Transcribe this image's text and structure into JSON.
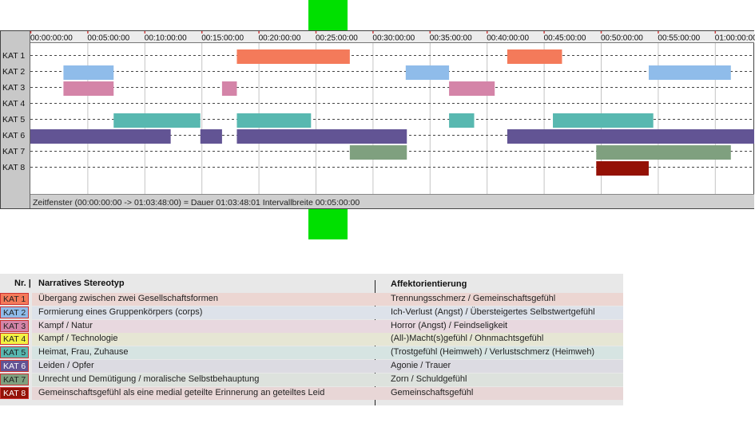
{
  "colors": {
    "green_marker": "#00e000"
  },
  "chart_data": {
    "type": "gantt",
    "x_axis_unit": "time (hh:mm:ss)",
    "x_range": [
      "00:00:00",
      "01:03:48"
    ],
    "tick_labels": [
      "00:00:00:00",
      "00:05:00:00",
      "00:10:00:00",
      "00:15:00:00",
      "00:20:00:00",
      "00:25:00:00",
      "00:30:00:00",
      "00:35:00:00",
      "00:40:00:00",
      "00:45:00:00",
      "00:50:00:00",
      "00:55:00:00",
      "01:00:00:00"
    ],
    "tick_minutes": [
      0,
      5,
      10,
      15,
      20,
      25,
      30,
      35,
      40,
      45,
      50,
      55,
      60
    ],
    "grid": true,
    "categories": [
      "KAT 1",
      "KAT 2",
      "KAT 3",
      "KAT 4",
      "KAT 5",
      "KAT 6",
      "KAT 7",
      "KAT 8"
    ],
    "category_colors": [
      "#f47a5a",
      "#8fbcea",
      "#d484a8",
      "#f2f242",
      "#58b8b0",
      "#625494",
      "#7fa07f",
      "#941106"
    ],
    "segments": [
      [
        [
          18.1,
          28.0
        ],
        [
          41.8,
          46.6
        ]
      ],
      [
        [
          2.9,
          7.3
        ],
        [
          32.9,
          36.7
        ],
        [
          54.2,
          61.4
        ]
      ],
      [
        [
          2.9,
          7.3
        ],
        [
          16.8,
          18.1
        ],
        [
          36.7,
          40.7
        ]
      ],
      [],
      [
        [
          7.3,
          14.9
        ],
        [
          18.1,
          24.6
        ],
        [
          36.7,
          38.9
        ],
        [
          45.8,
          54.6
        ]
      ],
      [
        [
          0.0,
          12.3
        ],
        [
          14.9,
          16.8
        ],
        [
          18.1,
          33.0
        ],
        [
          41.8,
          63.8
        ]
      ],
      [
        [
          28.0,
          33.0
        ],
        [
          49.6,
          61.4
        ]
      ],
      [
        [
          49.6,
          54.2
        ]
      ]
    ],
    "footer_text": "Zeitfenster (00:00:00:00 -> 01:03:48:00) = Dauer 01:03:48:01     Intervallbreite 00:05:00:00"
  },
  "legend": {
    "header_nr": "Nr. |",
    "header_stereotyp": "Narratives Stereotyp",
    "header_affekt": "Affektorientierung",
    "rows": [
      {
        "label": "KAT 1",
        "stereotyp": "Übergang zwischen zwei Gesellschaftsformen",
        "affekt": "Trennungsschmerz / Gemeinschaftsgefühl",
        "color": "#f47a5a",
        "text_color": "#222222",
        "row_bg": "#ecd6d2"
      },
      {
        "label": "KAT 2",
        "stereotyp": "Formierung eines Gruppenkörpers (corps)",
        "affekt": "Ich-Verlust (Angst) / Übersteigertes Selbstwertgefühl",
        "color": "#8fbcea",
        "text_color": "#222222",
        "row_bg": "#dde2ea"
      },
      {
        "label": "KAT 3",
        "stereotyp": "Kampf / Natur",
        "affekt": "Horror (Angst) / Feindseligkeit",
        "color": "#d484a8",
        "text_color": "#222222",
        "row_bg": "#e8d8df"
      },
      {
        "label": "KAT 4",
        "stereotyp": "Kampf / Technologie",
        "affekt": "(All-)Macht(s)gefühl / Ohnmachtsgefühl",
        "color": "#f2f242",
        "text_color": "#222222",
        "row_bg": "#e6e6d4"
      },
      {
        "label": "KAT 5",
        "stereotyp": "Heimat, Frau, Zuhause",
        "affekt": "(Trostgefühl (Heimweh) / Verlustschmerz (Heimweh)",
        "color": "#58b8b0",
        "text_color": "#222222",
        "row_bg": "#d6e4e2"
      },
      {
        "label": "KAT 6",
        "stereotyp": "Leiden / Opfer",
        "affekt": "Agonie / Trauer",
        "color": "#625494",
        "text_color": "#ffffff",
        "row_bg": "#dcdbe2"
      },
      {
        "label": "KAT 7",
        "stereotyp": "Unrecht und Demütigung / moralische Selbstbehauptung",
        "affekt": "Zorn / Schuldgefühl",
        "color": "#7fa07f",
        "text_color": "#222222",
        "row_bg": "#dde2dd"
      },
      {
        "label": "KAT 8",
        "stereotyp": "Gemeinschaftsgefühl als eine medial geteilte Erinnerung an geteiltes Leid",
        "affekt": "Gemeinschaftsgefühl",
        "color": "#941106",
        "text_color": "#ffffff",
        "row_bg": "#e8d6d6"
      }
    ]
  }
}
